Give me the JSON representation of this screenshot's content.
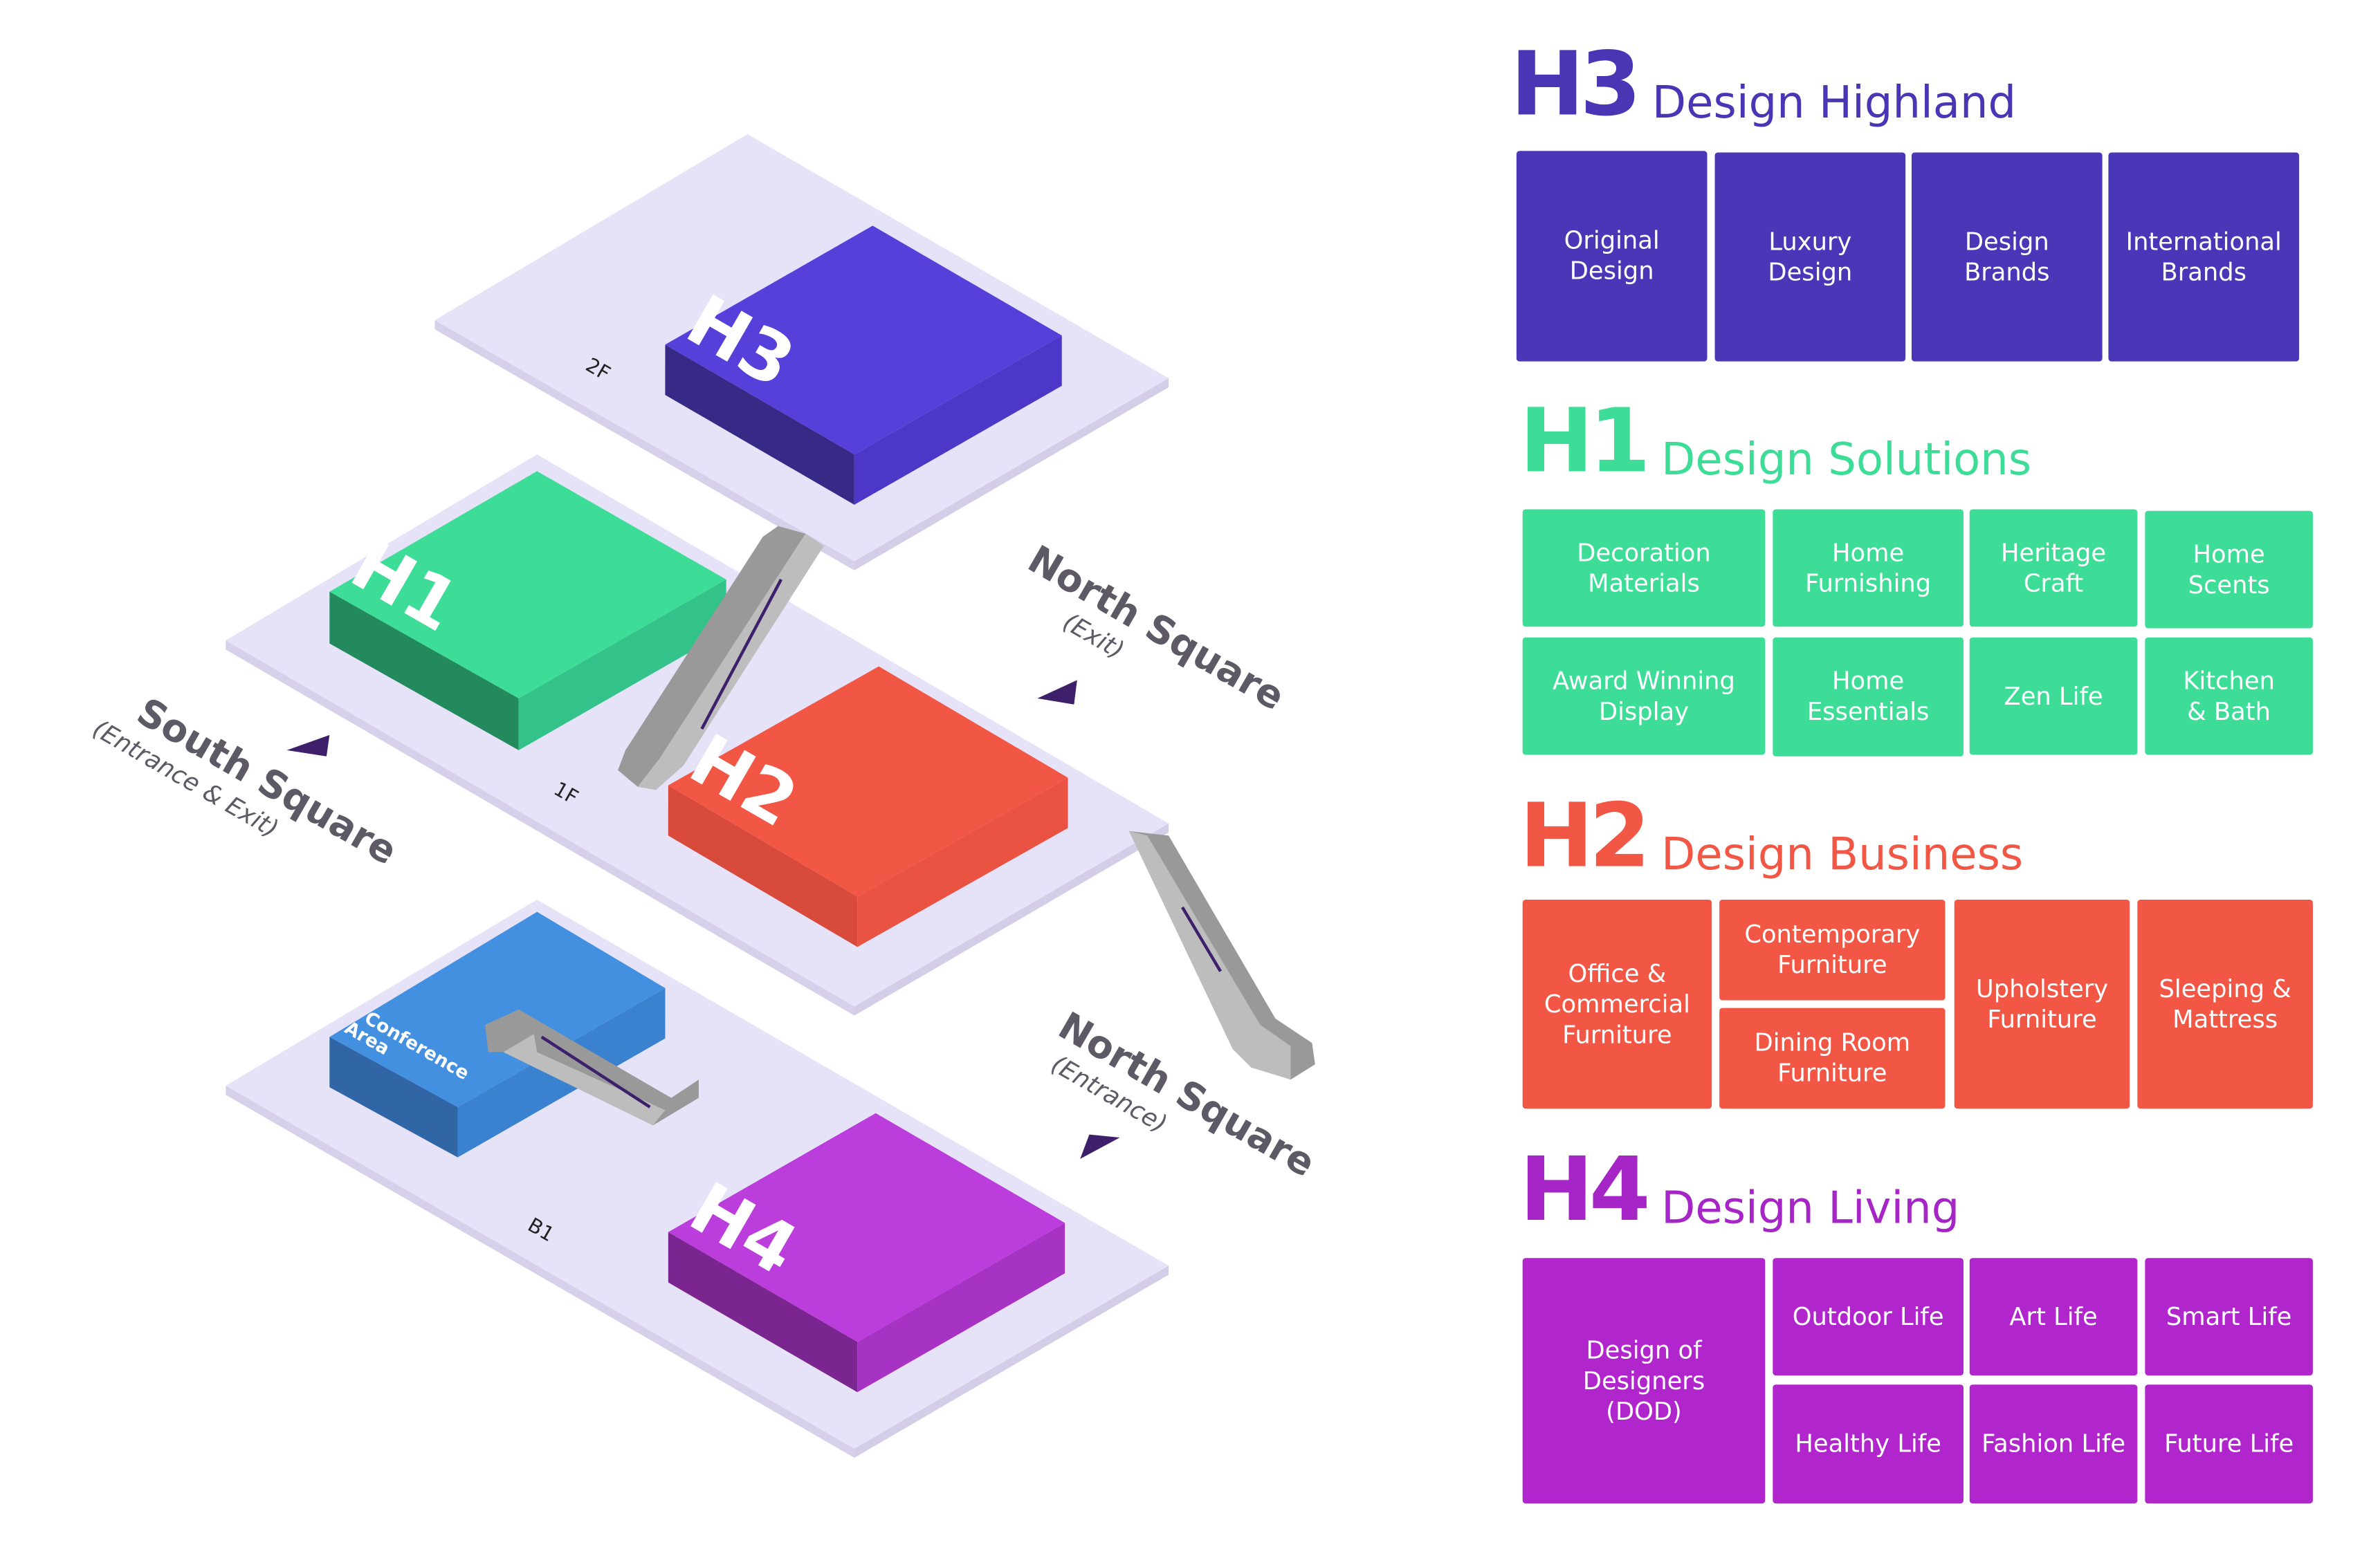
{
  "map": {
    "floors": {
      "f2": "2F",
      "f1": "1F",
      "b1": "B1"
    },
    "halls": {
      "h3": "H3",
      "h1": "H1",
      "h2": "H2",
      "h4": "H4"
    },
    "conference": [
      "Conference",
      "Area"
    ],
    "north_exit": {
      "name": "North Square",
      "sub": "(Exit)"
    },
    "south": {
      "name": "South Square",
      "sub": "(Entrance & Exit)"
    },
    "north_entrance": {
      "name": "North Square",
      "sub": "(Entrance)"
    }
  },
  "legend": {
    "h3": {
      "code": "H3",
      "title": "Design Highland",
      "color": "#4a35b5",
      "tiles": [
        "Original\nDesign",
        "Luxury\nDesign",
        "Design\nBrands",
        "International\nBrands"
      ]
    },
    "h1": {
      "code": "H1",
      "title": "Design Solutions",
      "color": "#3ddc97",
      "tiles": [
        "Decoration\nMaterials",
        "Home\nFurnishing",
        "Heritage\nCraft",
        "Home\nScents",
        "Award Winning\nDisplay",
        "Home\nEssentials",
        "Zen Life",
        "Kitchen\n& Bath"
      ]
    },
    "h2": {
      "code": "H2",
      "title": "Design Business",
      "color": "#f25745",
      "tiles": [
        "Office &\nCommercial\nFurniture",
        "Contemporary\nFurniture",
        "Dining Room\nFurniture",
        "Upholstery\nFurniture",
        "Sleeping &\nMattress"
      ]
    },
    "h4": {
      "code": "H4",
      "title": "Design Living",
      "color": "#a625c6",
      "tiles": [
        "Design of\nDesigners\n(DOD)",
        "Outdoor Life",
        "Art Life",
        "Smart Life",
        "Healthy Life",
        "Fashion Life",
        "Future Life"
      ]
    }
  }
}
